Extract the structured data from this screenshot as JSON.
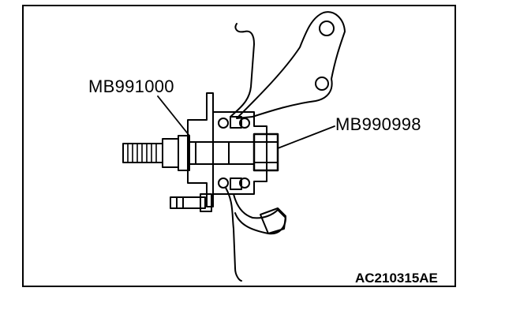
{
  "labels": {
    "tool_left": "MB991000",
    "tool_right": "MB990998",
    "figure_id": "AC210315AE"
  },
  "colors": {
    "ink": "#000000",
    "paper": "#ffffff"
  }
}
